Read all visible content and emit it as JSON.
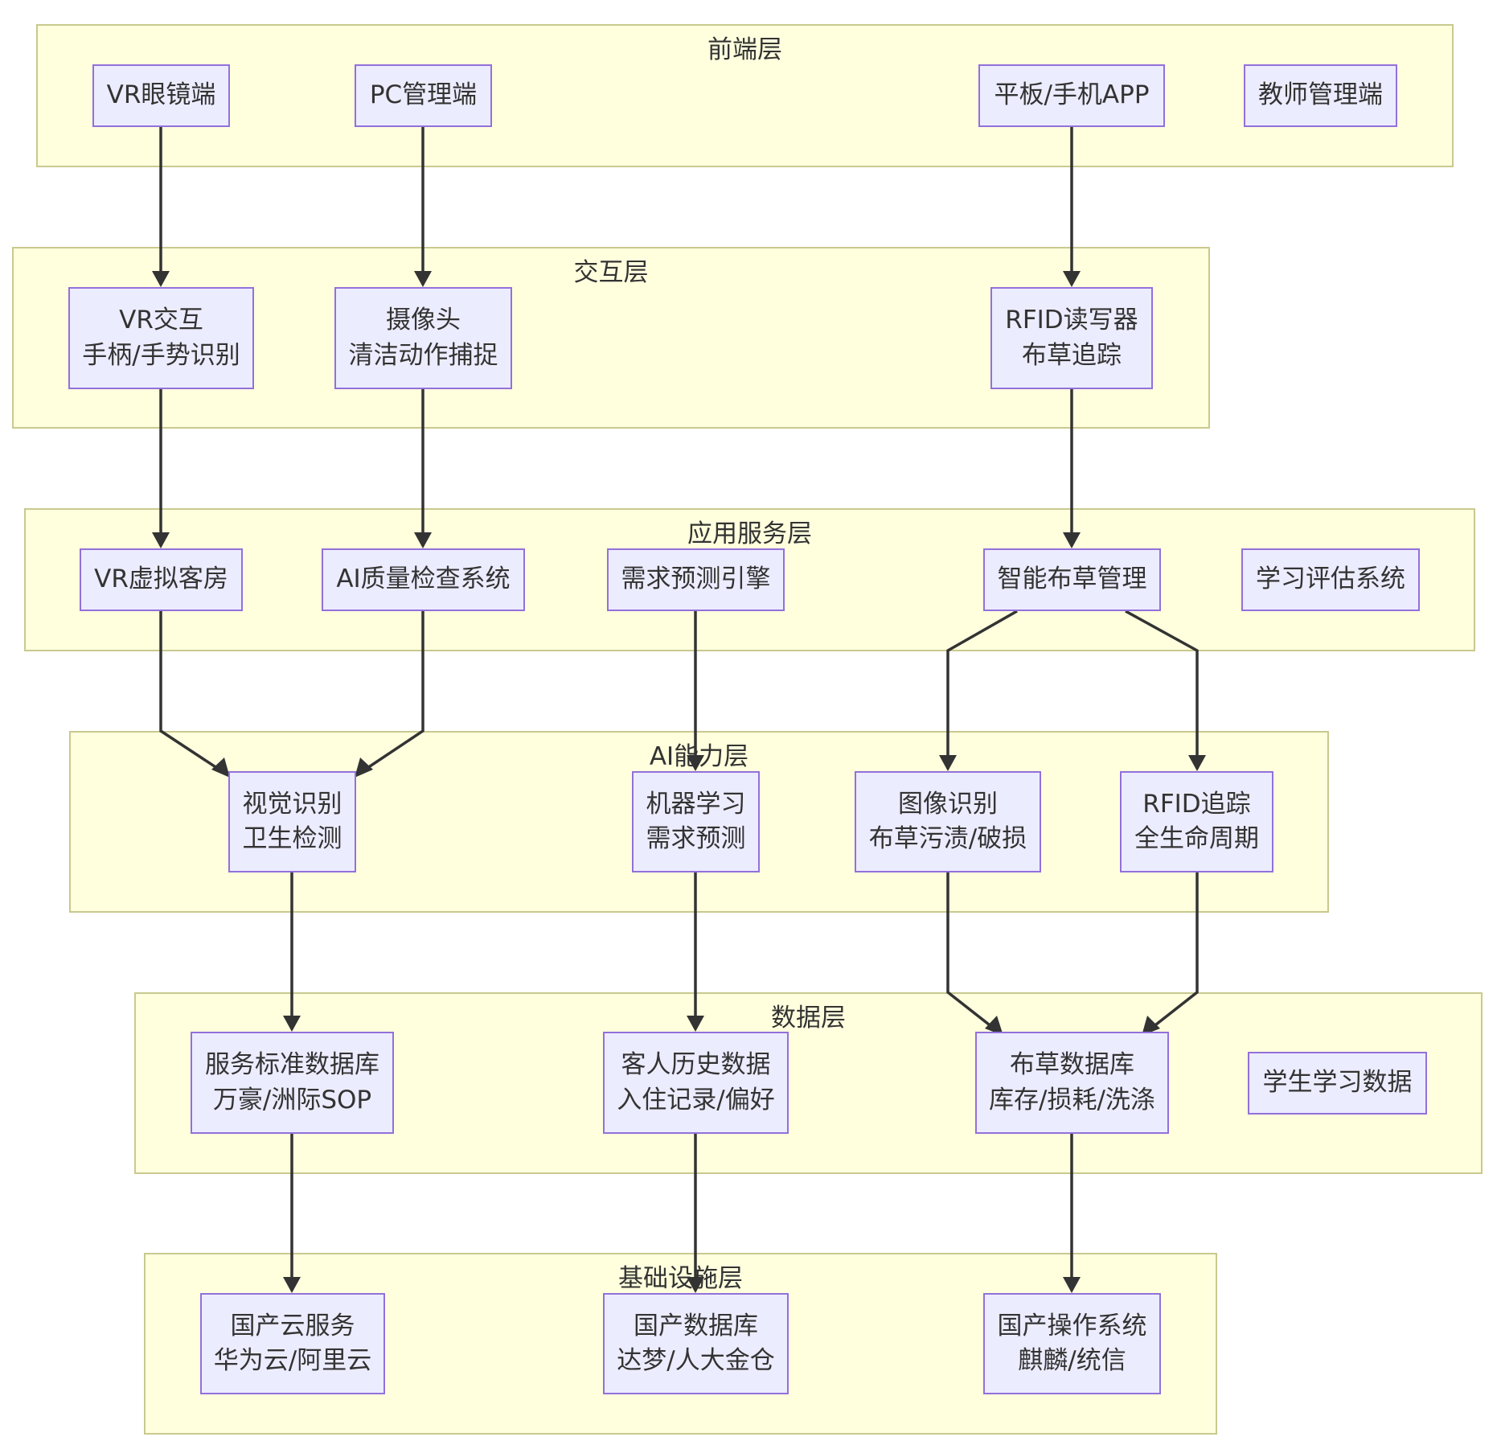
{
  "layers": {
    "frontend": "前端层",
    "interaction": "交互层",
    "app_service": "应用服务层",
    "ai": "AI能力层",
    "data": "数据层",
    "infra": "基础设施层"
  },
  "nodes": {
    "vr_glasses": [
      "VR眼镜端"
    ],
    "pc_admin": [
      "PC管理端"
    ],
    "tablet_app": [
      "平板/手机APP"
    ],
    "teacher_admin": [
      "教师管理端"
    ],
    "vr_interaction": [
      "VR交互",
      "手柄/手势识别"
    ],
    "camera": [
      "摄像头",
      "清洁动作捕捉"
    ],
    "rfid_rw": [
      "RFID读写器",
      "布草追踪"
    ],
    "vr_room": [
      "VR虚拟客房"
    ],
    "ai_quality": [
      "AI质量检查系统"
    ],
    "demand_engine": [
      "需求预测引擎"
    ],
    "linen_mgmt": [
      "智能布草管理"
    ],
    "learning_eval": [
      "学习评估系统"
    ],
    "visual_recog": [
      "视觉识别",
      "卫生检测"
    ],
    "ml": [
      "机器学习",
      "需求预测"
    ],
    "image_recog": [
      "图像识别",
      "布草污渍/破损"
    ],
    "rfid_track": [
      "RFID追踪",
      "全生命周期"
    ],
    "service_db": [
      "服务标准数据库",
      "万豪/洲际SOP"
    ],
    "guest_db": [
      "客人历史数据",
      "入住记录/偏好"
    ],
    "linen_db": [
      "布草数据库",
      "库存/损耗/洗涤"
    ],
    "student_db": [
      "学生学习数据"
    ],
    "cloud": [
      "国产云服务",
      "华为云/阿里云"
    ],
    "database": [
      "国产数据库",
      "达梦/人大金仓"
    ],
    "os": [
      "国产操作系统",
      "麒麟/统信"
    ]
  },
  "colors": {
    "layer_fill": "#ffffde",
    "layer_border": "#c9c98f",
    "node_fill": "#ececff",
    "node_border": "#9370db",
    "edge": "#333333"
  }
}
